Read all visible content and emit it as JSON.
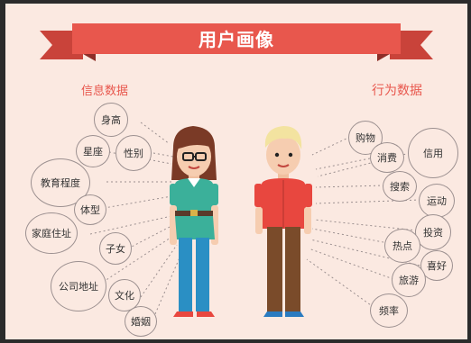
{
  "header": {
    "title": "用户画像",
    "ribbon_color": "#e8574d"
  },
  "sections": {
    "info_title": "信息数据",
    "behavior_title": "行为数据",
    "accent_color": "#e8574d"
  },
  "info_tags": [
    "身高",
    "星座",
    "性别",
    "教育程度",
    "体型",
    "家庭住址",
    "子女",
    "公司地址",
    "文化",
    "婚姻"
  ],
  "behavior_tags": [
    "购物",
    "消费",
    "信用",
    "搜索",
    "运动",
    "投资",
    "热点",
    "喜好",
    "旅游",
    "频率"
  ],
  "figures": {
    "female": {
      "shirt_color": "#3bb09a",
      "pants_color": "#2a8fc4",
      "hair_color": "#7a3a26"
    },
    "male": {
      "shirt_color": "#e8473f",
      "pants_color": "#7a4b2a",
      "hair_color": "#f3e3a0"
    }
  }
}
